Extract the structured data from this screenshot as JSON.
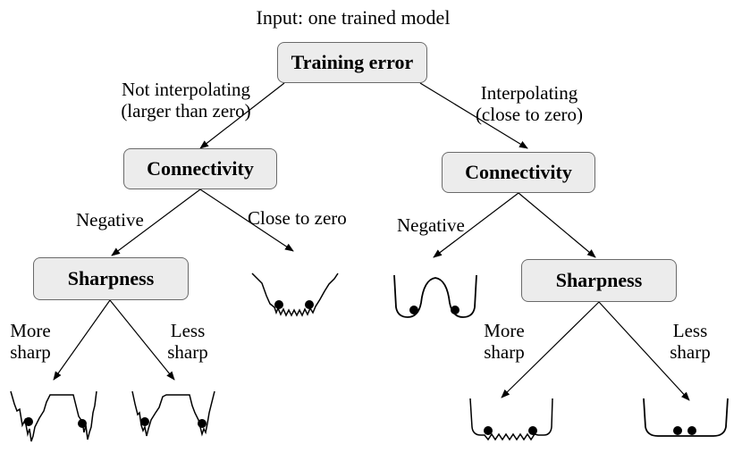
{
  "header": {
    "input_label": "Input: one trained model"
  },
  "nodes": {
    "training_error": "Training error",
    "connectivity_left": "Connectivity",
    "connectivity_right": "Connectivity",
    "sharpness_left": "Sharpness",
    "sharpness_right": "Sharpness"
  },
  "edges": {
    "not_interpolating_line1": "Not interpolating",
    "not_interpolating_line2": "(larger than zero)",
    "interpolating_line1": "Interpolating",
    "interpolating_line2": "(close to zero)",
    "negative_left": "Negative",
    "close_to_zero": "Close to zero",
    "negative_right": "Negative",
    "more_sharp_left_line1": "More",
    "more_sharp_left_line2": "sharp",
    "less_sharp_left_line1": "Less",
    "less_sharp_left_line2": "sharp",
    "more_sharp_right_line1": "More",
    "more_sharp_right_line2": "sharp",
    "less_sharp_right_line1": "Less",
    "less_sharp_right_line2": "sharp"
  },
  "colors": {
    "node_fill": "#ececec",
    "node_border": "#6a6a6a",
    "line": "#000000"
  }
}
